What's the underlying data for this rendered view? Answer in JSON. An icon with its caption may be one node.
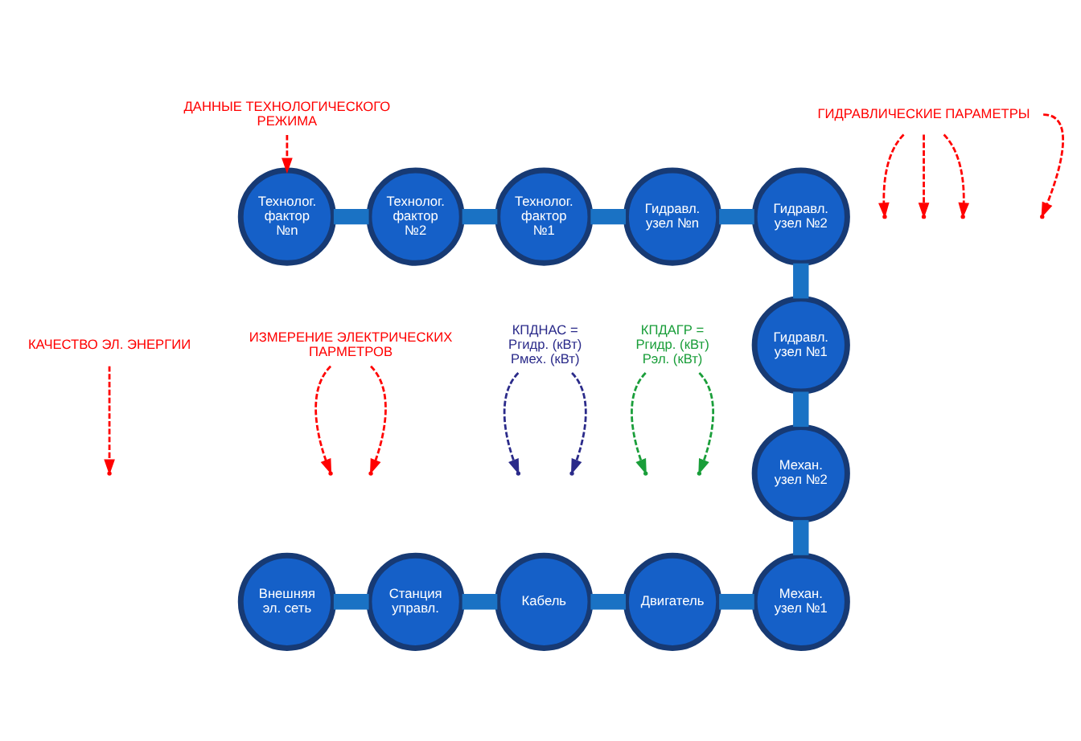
{
  "diagram": {
    "nodes": [
      {
        "text": [
          "Технолог. фактор №n"
        ]
      },
      {
        "text": [
          "Технолог. фактор №2"
        ]
      },
      {
        "text": [
          "Технолог. фактор №1"
        ]
      },
      {
        "text": [
          "Гидравл. узел №n"
        ]
      },
      {
        "text": [
          "Гидравл. узел №2"
        ]
      },
      {
        "text": [
          "Гидравл. узел №1"
        ]
      },
      {
        "text": [
          "Механ. узел №2"
        ]
      },
      {
        "text": [
          "Внешняя эл. сеть"
        ]
      },
      {
        "text": [
          "Станция управл."
        ]
      },
      {
        "text": [
          "Кабель"
        ]
      },
      {
        "text": [
          "Двигатель"
        ]
      },
      {
        "text": [
          "Механ. узел №1"
        ]
      },
      {
        "text": [
          "ГИДРАВЛИЧЕСКИЕ ПАРАМЕТРЫ"
        ]
      },
      {
        "text": [
          "ДАННЫЕ ТЕХНОЛОГИЧЕСКОГО РЕЖИМА"
        ]
      },
      {
        "text": [
          "КПДНАС =",
          "Pгидр. (кВт)",
          "Pмех. (кВт)"
        ]
      },
      {
        "text": [
          "ИЗМЕРЕНИЕ ЭЛЕКТРИЧЕСКИХ ПАРМЕТРОВ"
        ]
      },
      {
        "text": [
          "КПДАГР =",
          "Pгидр. (кВт)",
          "Pэл. (кВт)"
        ]
      },
      {
        "text": [
          "КАЧЕСТВО ЭЛ. ЭНЕРГИИ"
        ]
      }
    ],
    "edges": [
      {
        "from": 0,
        "to": 1,
        "arrow": "none",
        "style": "thick"
      },
      {
        "from": 1,
        "to": 2,
        "arrow": "none",
        "style": "thick"
      },
      {
        "from": 2,
        "to": 3,
        "arrow": "none",
        "style": "thick"
      },
      {
        "from": 3,
        "to": 4,
        "arrow": "none",
        "style": "thick"
      },
      {
        "from": 4,
        "to": 5,
        "arrow": "none",
        "style": "thick"
      },
      {
        "from": 5,
        "to": 6,
        "arrow": "none",
        "style": "thick"
      },
      {
        "from": 6,
        "to": 11,
        "arrow": "none",
        "style": "thick"
      },
      {
        "from": 7,
        "to": 8,
        "arrow": "none",
        "style": "thick"
      },
      {
        "from": 8,
        "to": 9,
        "arrow": "none",
        "style": "thick"
      },
      {
        "from": 9,
        "to": 10,
        "arrow": "none",
        "style": "thick"
      },
      {
        "from": 10,
        "to": 11,
        "arrow": "none",
        "style": "thick"
      },
      {
        "from": 13,
        "to": 0,
        "arrow": "to",
        "style": "dashed",
        "color": "#ff0000"
      },
      {
        "from": 12,
        "to": null,
        "arrow": "to",
        "style": "dashed",
        "color": "#ff0000"
      },
      {
        "from": 12,
        "to": null,
        "arrow": "to",
        "style": "dashed",
        "color": "#ff0000"
      },
      {
        "from": 12,
        "to": null,
        "arrow": "to",
        "style": "dashed",
        "color": "#ff0000"
      },
      {
        "from": 12,
        "to": null,
        "arrow": "to",
        "style": "dashed",
        "color": "#ff0000"
      },
      {
        "from": 14,
        "to": null,
        "arrow": "to",
        "style": "dashed",
        "color": "#2b2b8a"
      },
      {
        "from": 14,
        "to": null,
        "arrow": "to",
        "style": "dashed",
        "color": "#2b2b8a"
      },
      {
        "from": 16,
        "to": null,
        "arrow": "to",
        "style": "dashed",
        "color": "#1a9e3a"
      },
      {
        "from": 16,
        "to": null,
        "arrow": "to",
        "style": "dashed",
        "color": "#1a9e3a"
      },
      {
        "from": 15,
        "to": null,
        "arrow": "to",
        "style": "dashed",
        "color": "#ff0000"
      },
      {
        "from": 15,
        "to": null,
        "arrow": "to",
        "style": "dashed",
        "color": "#ff0000"
      },
      {
        "from": 17,
        "to": null,
        "arrow": "to",
        "style": "dashed",
        "color": "#ff0000"
      }
    ]
  }
}
